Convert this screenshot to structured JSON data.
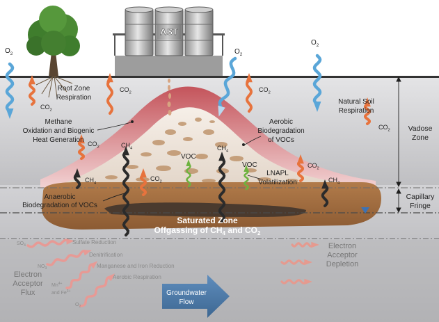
{
  "tank_label": "AST",
  "gases": {
    "o2": "O",
    "co2": "CO",
    "ch4": "CH",
    "sub2": "2",
    "sub4": "4",
    "voc": "VOC"
  },
  "labels": {
    "root_zone": [
      "Root Zone",
      "Respiration"
    ],
    "natural_soil": [
      "Natural Soil",
      "Respiration"
    ],
    "methane": [
      "Methane",
      "Oxidation and Biogenic",
      "Heat Generation"
    ],
    "aerobic_biodeg": [
      "Aerobic",
      "Biodegradation",
      "of VOCs"
    ],
    "anaerobic_biodeg": [
      "Anaerobic",
      "Biodegradation of VOCs"
    ],
    "lnapl": [
      "LNAPL",
      "Volatilization"
    ],
    "saturated_zone": "Saturated Zone",
    "offgassing_prefix": "Offgassing of CH",
    "offgassing_and": " and CO",
    "electron_acceptor_flux": [
      "Electron",
      "Acceptor",
      "Flux"
    ],
    "electron_acceptor_depletion": [
      "Electron",
      "Acceptor",
      "Depletion"
    ],
    "groundwater_flow": [
      "Groundwater",
      "Flow"
    ]
  },
  "zones": {
    "vadose": [
      "Vadose",
      "Zone"
    ],
    "capillary": [
      "Capillary",
      "Fringe"
    ]
  },
  "acceptors": {
    "so4": "SO",
    "no3": "NO",
    "mn_fe_1": "Mn",
    "mn_fe_2": "and Fe",
    "o2": "O",
    "sulfate_reduction": "Sulfate Reduction",
    "denitrification": "Denitrification",
    "manganese_iron": "Manganese and Iron Reduction",
    "aerobic_respiration": "Aerobic Respiration"
  },
  "colors": {
    "sky": "#ffffff",
    "soil_grey": "#c7c7c9",
    "plume_red": "#d2656b",
    "plume_pale": "#f1e3e3",
    "smear_zone": "#a9713f",
    "core": "#4a3a2e",
    "o2_arrow": "#5aa6d8",
    "co2_arrow": "#e7733d",
    "ch4_arrow": "#2b2b2b",
    "voc_arrow": "#6db33f",
    "flow_arrow": "#4b77a5"
  }
}
